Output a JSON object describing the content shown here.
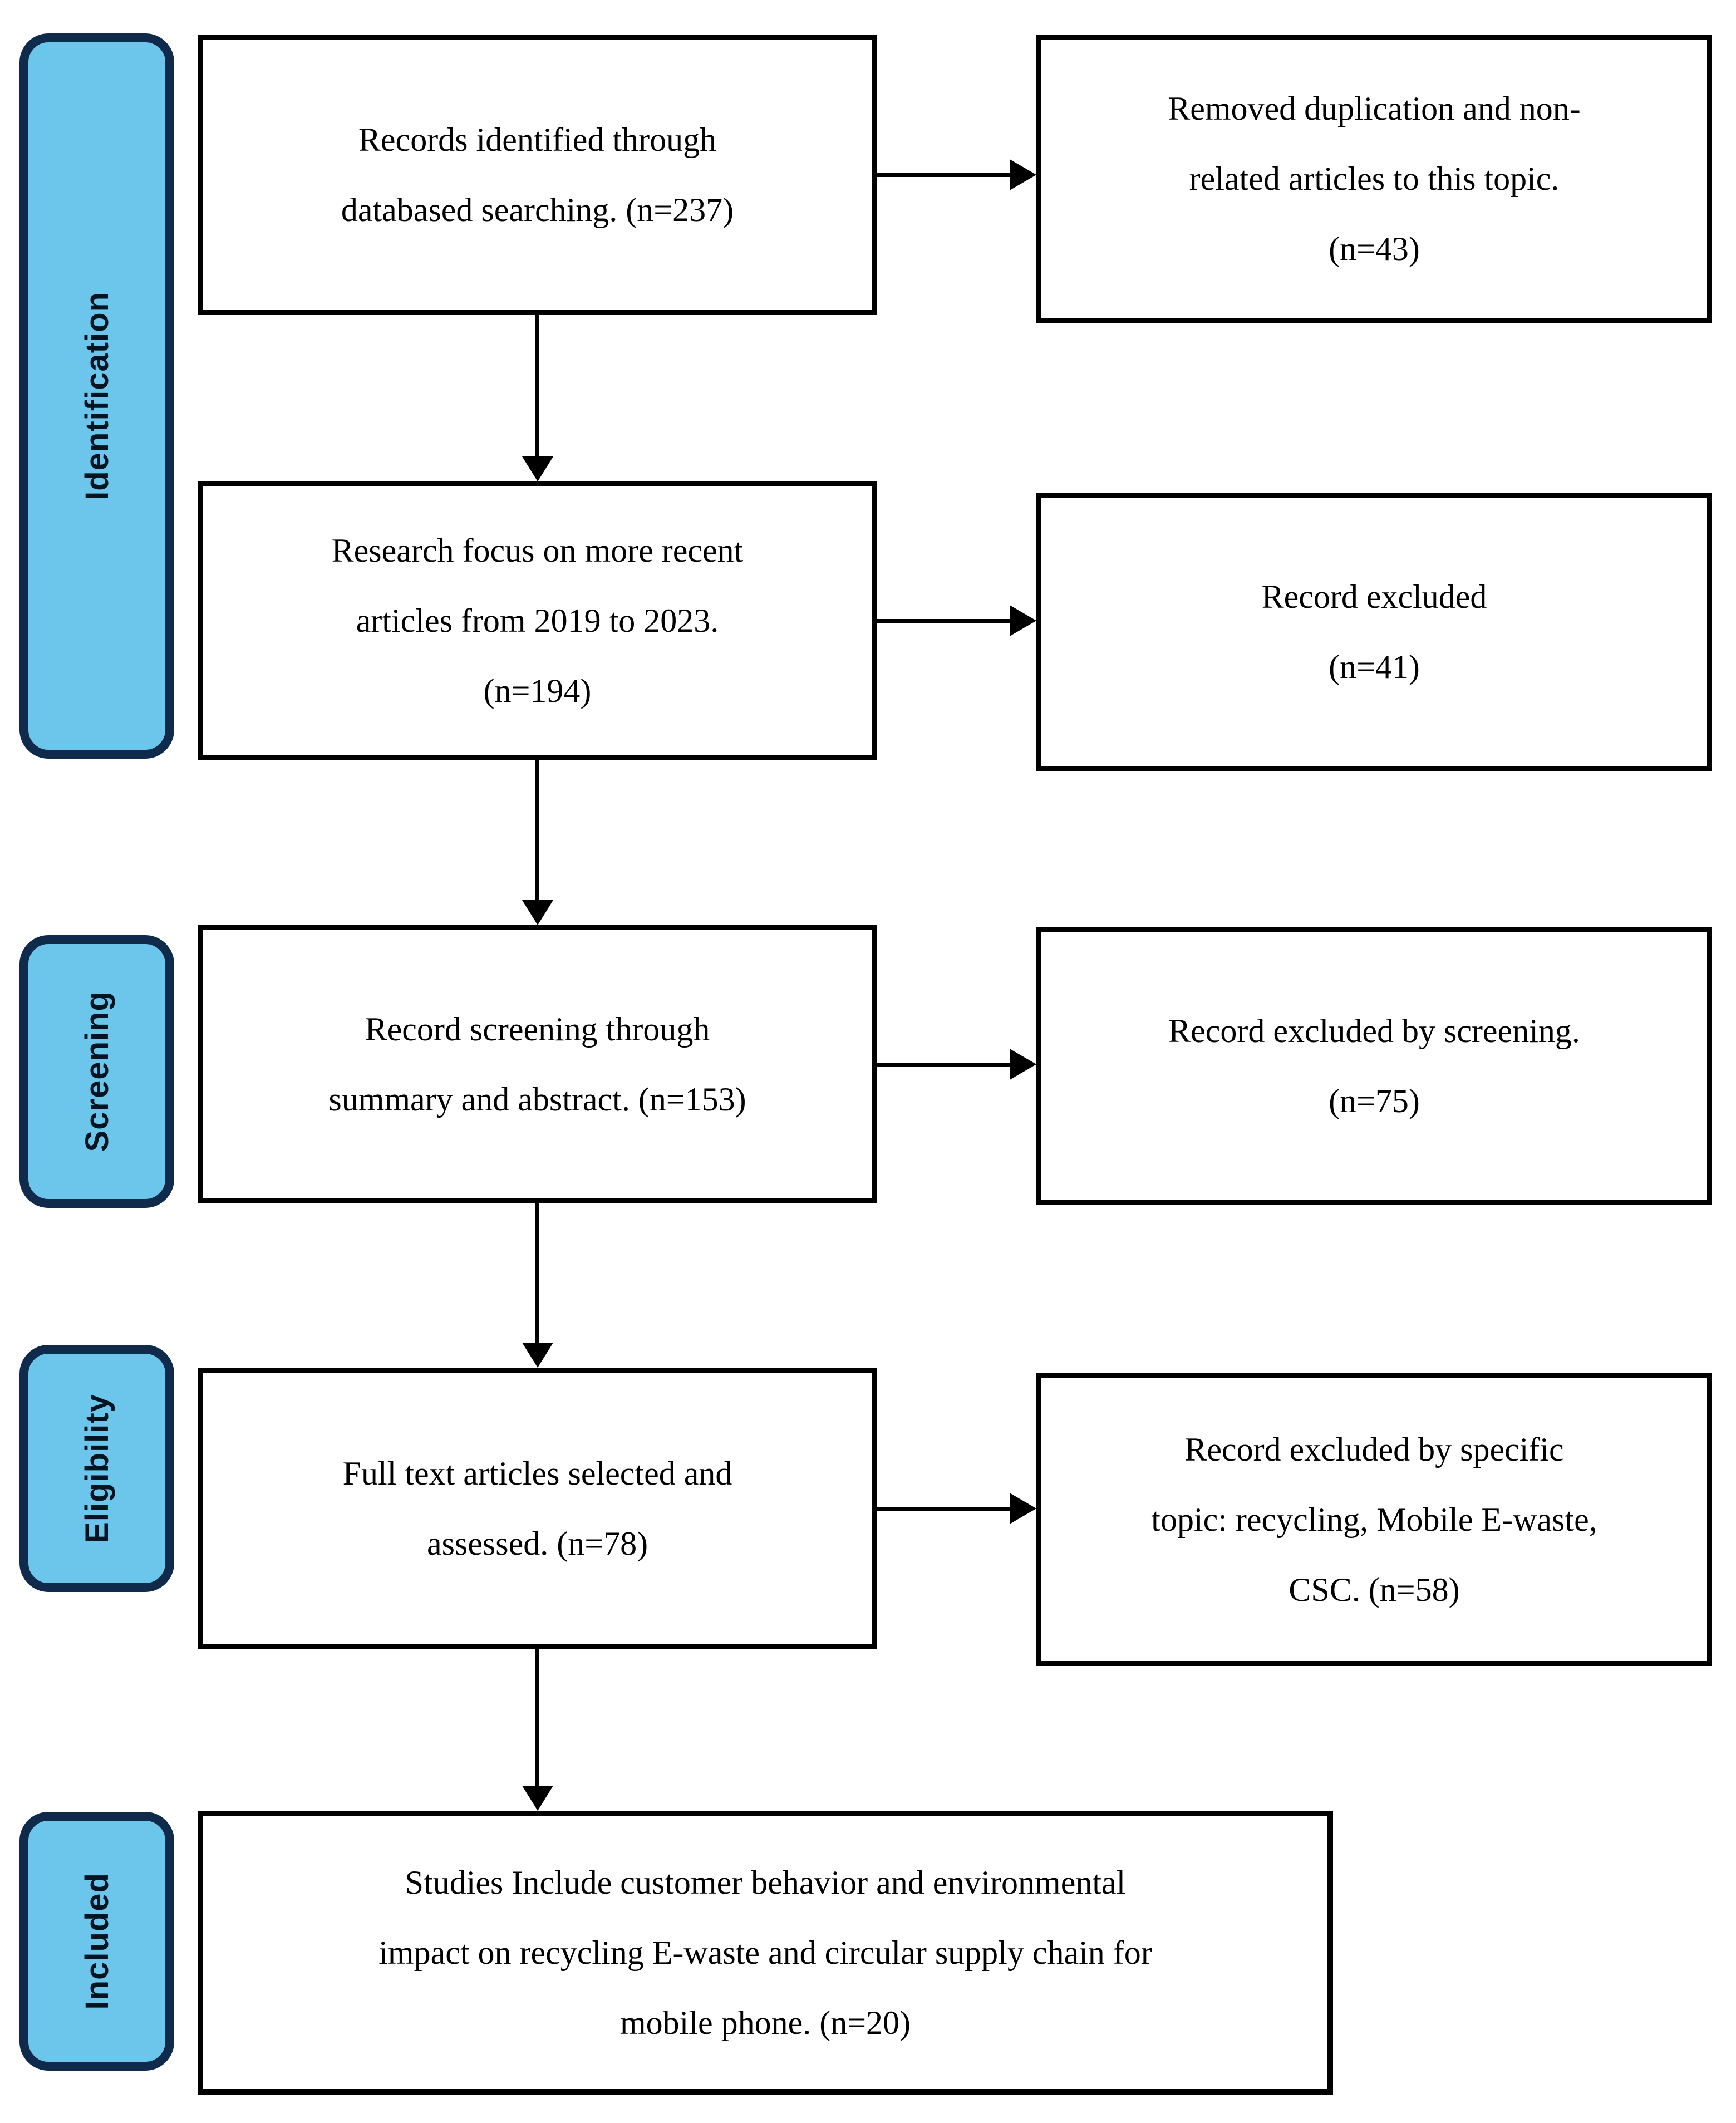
{
  "diagram": {
    "stages": [
      {
        "label": "Identification"
      },
      {
        "label": "Screening"
      },
      {
        "label": "Eligibility"
      },
      {
        "label": "Included"
      }
    ],
    "boxes": {
      "identified": {
        "lines": [
          "Records identified through",
          "databased searching. (n=237)"
        ]
      },
      "removed": {
        "lines": [
          "Removed duplication and non-",
          "related articles to this topic.",
          "(n=43)"
        ]
      },
      "recent": {
        "lines": [
          "Research focus on more recent",
          "articles from 2019 to 2023.",
          "(n=194)"
        ]
      },
      "excluded_date": {
        "lines": [
          "Record excluded",
          "(n=41)"
        ]
      },
      "screening": {
        "lines": [
          "Record screening through",
          "summary and abstract. (n=153)"
        ]
      },
      "excluded_screening": {
        "lines": [
          "Record excluded by screening.",
          "(n=75)"
        ]
      },
      "fulltext": {
        "lines": [
          "Full text articles selected and",
          "assessed. (n=78)"
        ]
      },
      "excluded_topic": {
        "lines": [
          "Record excluded by specific",
          "topic: recycling, Mobile E-waste,",
          "CSC. (n=58)"
        ]
      },
      "included": {
        "lines": [
          "Studies Include customer behavior and environmental",
          "impact on recycling E-waste and circular supply chain for",
          "mobile phone. (n=20)"
        ]
      }
    },
    "colors": {
      "stage_fill": "#6CC5EA",
      "stage_border": "#0F2A4A",
      "box_border": "#000000",
      "arrow": "#000000"
    }
  }
}
